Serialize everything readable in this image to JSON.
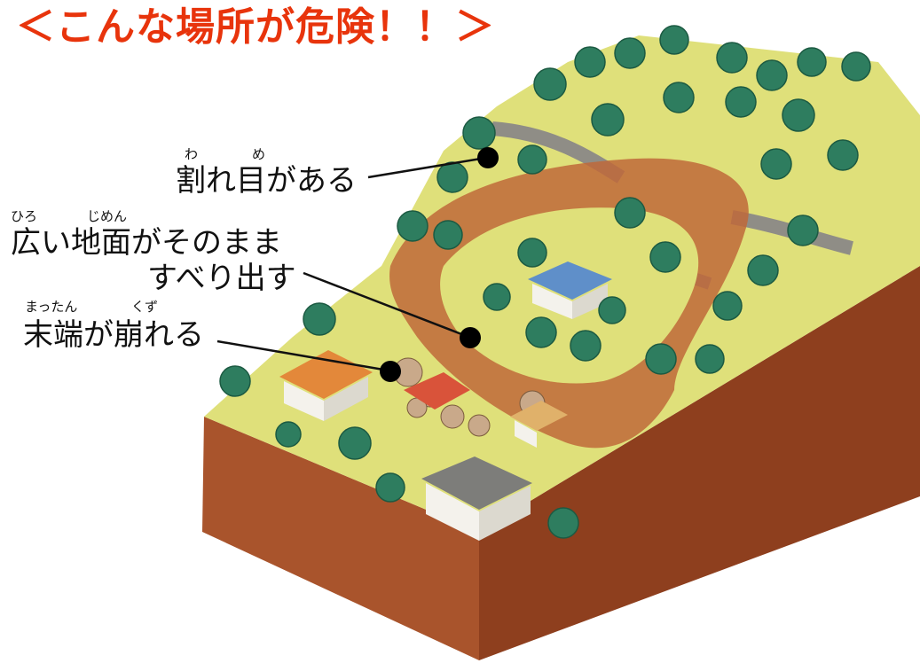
{
  "title": "＜こんな場所が危険！！＞",
  "callouts": [
    {
      "text": "割れ目がある",
      "ruby": [
        {
          "text": "わ"
        },
        {
          "text": "め"
        }
      ]
    },
    {
      "line1": "広い地面がそのまま",
      "line2": "すべり出す",
      "ruby": [
        {
          "text": "ひろ"
        },
        {
          "text": "じめん"
        }
      ]
    },
    {
      "text": "末端が崩れる",
      "ruby": [
        {
          "text": "まったん"
        },
        {
          "text": "くず"
        }
      ]
    }
  ],
  "colors": {
    "title": "#e8340c",
    "grass": "#dfe07a",
    "soil": "#b0522a",
    "tree": "#2e7d5f",
    "road": "#8f8d86"
  }
}
